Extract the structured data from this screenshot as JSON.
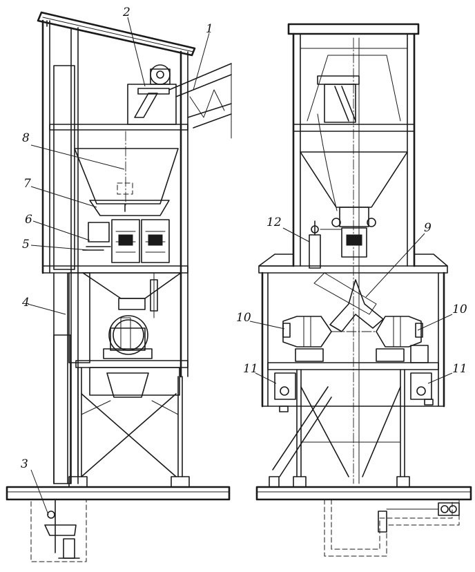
{
  "labels": {
    "l1": "1",
    "l2": "2",
    "l3": "3",
    "l4": "4",
    "l5": "5",
    "l6": "6",
    "l7": "7",
    "l8": "8",
    "l9": "9",
    "l10a": "10",
    "l10b": "10",
    "l11a": "11",
    "l11b": "11",
    "l12": "12"
  },
  "colors": {
    "ink": "#1a1a1a",
    "paper": "#ffffff"
  }
}
